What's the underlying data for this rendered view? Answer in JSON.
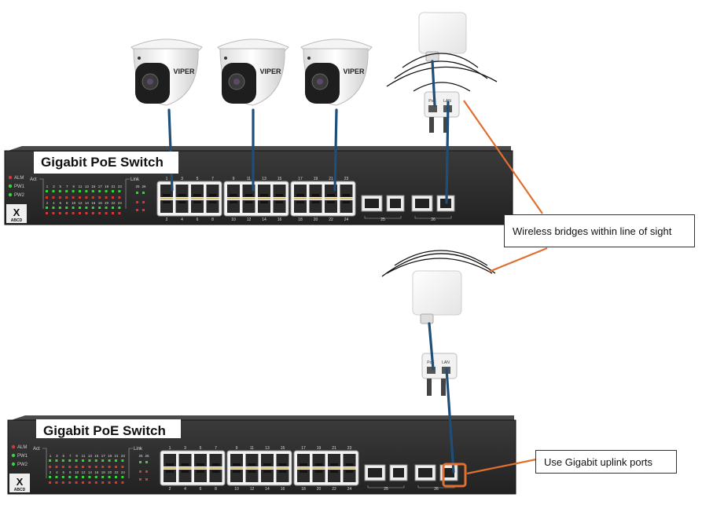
{
  "switch1": {
    "title": "Gigabit PoE Switch",
    "status_leds": [
      "ALM",
      "PW1",
      "PW2"
    ],
    "logo_letter": "X",
    "logo_text": "ABCD",
    "act_label": "Act",
    "link_label": "Link",
    "link_ports": [
      "25",
      "26"
    ],
    "led_top_numbers": [
      "1",
      "3",
      "5",
      "7",
      "9",
      "11",
      "13",
      "15",
      "17",
      "19",
      "21",
      "23"
    ],
    "led_bottom_numbers": [
      "2",
      "4",
      "6",
      "8",
      "10",
      "12",
      "14",
      "16",
      "18",
      "20",
      "22",
      "24"
    ],
    "port_top_numbers": [
      "1",
      "3",
      "5",
      "7",
      "9",
      "11",
      "13",
      "15",
      "17",
      "19",
      "21",
      "23"
    ],
    "port_bottom_numbers": [
      "2",
      "4",
      "6",
      "8",
      "10",
      "12",
      "14",
      "16",
      "18",
      "20",
      "22",
      "24"
    ],
    "uplink_labels": [
      "25",
      "26"
    ]
  },
  "switch2": {
    "title": "Gigabit PoE Switch",
    "status_leds": [
      "ALM",
      "PW1",
      "PW2"
    ],
    "logo_letter": "X",
    "logo_text": "ABCD",
    "act_label": "Act",
    "link_label": "Link",
    "link_ports": [
      "25",
      "26"
    ],
    "led_top_numbers": [
      "1",
      "3",
      "5",
      "7",
      "9",
      "11",
      "13",
      "15",
      "17",
      "19",
      "21",
      "23"
    ],
    "led_bottom_numbers": [
      "2",
      "4",
      "6",
      "8",
      "10",
      "12",
      "14",
      "16",
      "18",
      "20",
      "22",
      "24"
    ],
    "port_top_numbers": [
      "1",
      "3",
      "5",
      "7",
      "9",
      "11",
      "13",
      "15",
      "17",
      "19",
      "21",
      "23"
    ],
    "port_bottom_numbers": [
      "2",
      "4",
      "6",
      "8",
      "10",
      "12",
      "14",
      "16",
      "18",
      "20",
      "22",
      "24"
    ],
    "uplink_labels": [
      "25",
      "26"
    ]
  },
  "cameras": [
    {
      "brand": "VIPER"
    },
    {
      "brand": "VIPER"
    },
    {
      "brand": "VIPER"
    }
  ],
  "poe_injectors": [
    {
      "port_labels": [
        "PoE",
        "LAN"
      ]
    },
    {
      "port_labels": [
        "PoE",
        "LAN"
      ]
    }
  ],
  "callouts": {
    "wireless": "Wireless bridges within line of sight",
    "uplink": "Use Gigabit uplink ports"
  },
  "colors": {
    "cable": "#1f4e79",
    "callout_line": "#e07030",
    "switch_body": "#2b2b2b",
    "led_green": "#3ad13a",
    "led_red": "#d23a3a",
    "highlight": "#e07030"
  }
}
